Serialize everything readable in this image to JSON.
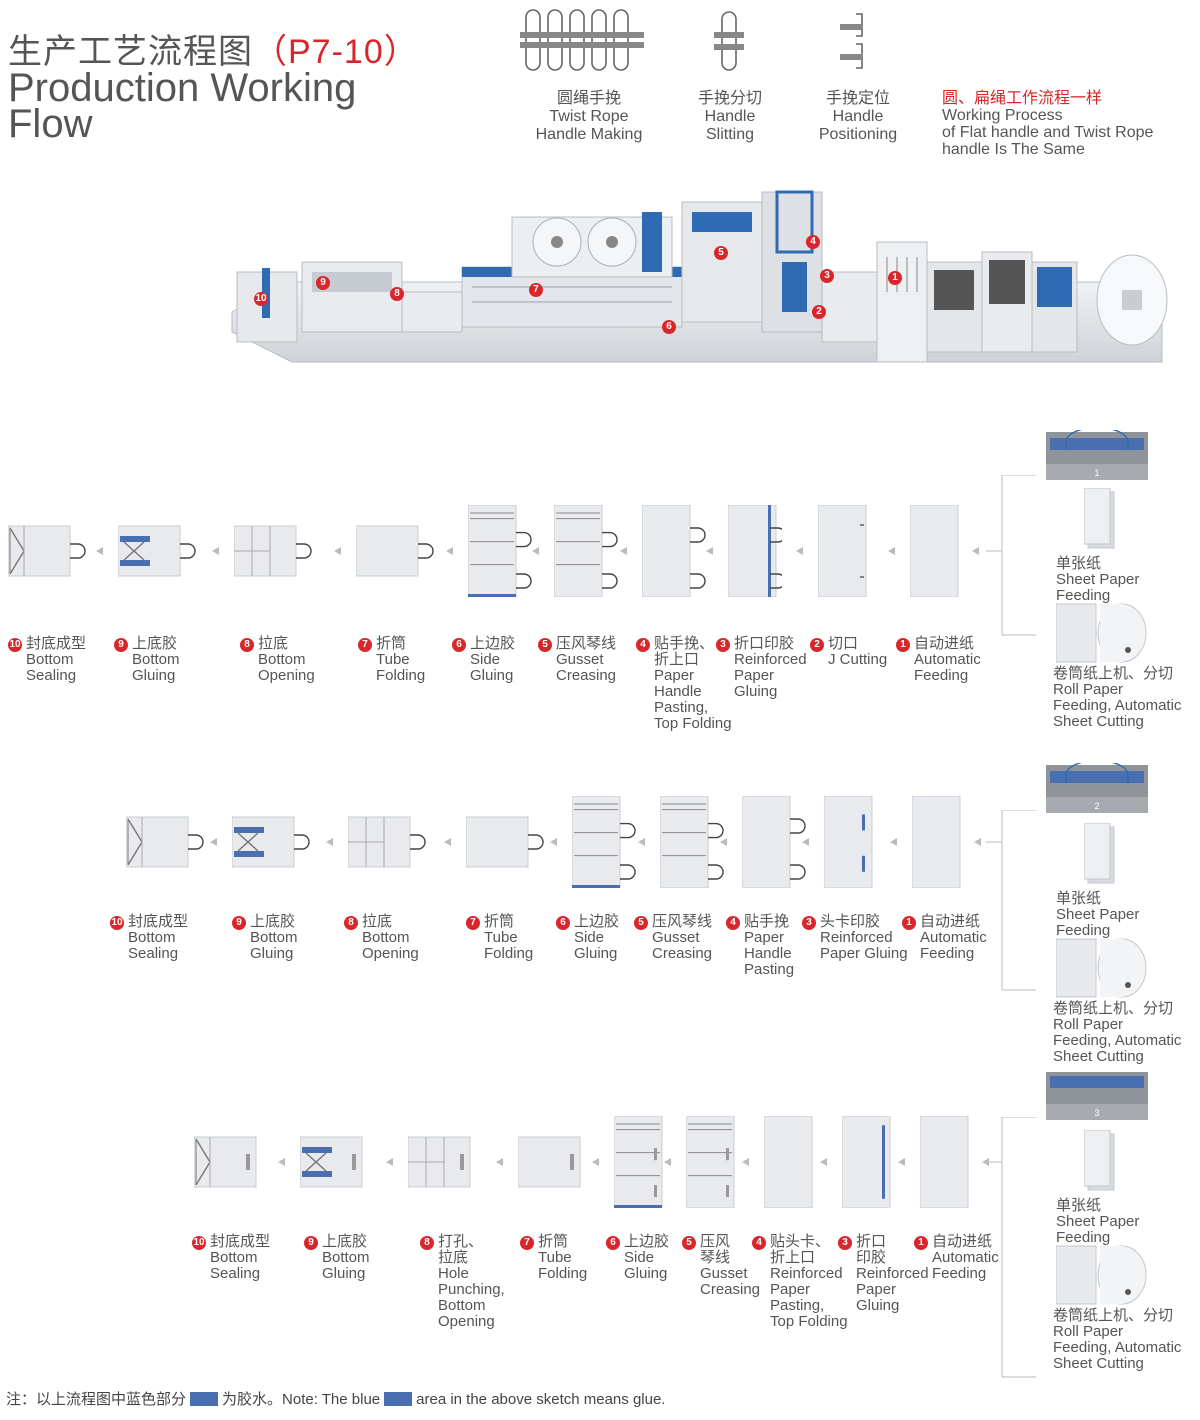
{
  "header": {
    "title_cn": "生产工艺流程图",
    "title_code": "（P7-10）",
    "title_en": "Production Working Flow"
  },
  "handle_types": [
    {
      "cn": "圆绳手挽",
      "en1": "Twist Rope",
      "en2": "Handle Making",
      "icon": "twist-rope-handle-icon"
    },
    {
      "cn": "手挽分切",
      "en1": "Handle",
      "en2": "Slitting",
      "icon": "handle-slitting-icon"
    },
    {
      "cn": "手挽定位",
      "en1": "Handle",
      "en2": "Positioning",
      "icon": "handle-positioning-icon"
    }
  ],
  "note": {
    "cn": "圆、扁绳工作流程一样",
    "en1": "Working Process",
    "en2": "of Flat handle and Twist Rope",
    "en3": "handle Is The Same"
  },
  "machine_markers": [
    "1",
    "2",
    "3",
    "4",
    "5",
    "6",
    "7",
    "8",
    "9",
    "10"
  ],
  "rows": [
    {
      "number": "1",
      "steps": [
        {
          "n": "10",
          "cn": "封底成型",
          "en": [
            "Bottom",
            "Sealing"
          ]
        },
        {
          "n": "9",
          "cn": "上底胶",
          "en": [
            "Bottom",
            "Gluing"
          ]
        },
        {
          "n": "8",
          "cn": "拉底",
          "en": [
            "Bottom",
            "Opening"
          ]
        },
        {
          "n": "7",
          "cn": "折筒",
          "en": [
            "Tube",
            "Folding"
          ]
        },
        {
          "n": "6",
          "cn": "上边胶",
          "en": [
            "Side",
            "Gluing"
          ]
        },
        {
          "n": "5",
          "cn": "压风琴线",
          "en": [
            "Gusset",
            "Creasing"
          ]
        },
        {
          "n": "4",
          "cn": "贴手挽、",
          "cn2": "折上口",
          "en": [
            "Paper",
            "Handle",
            "Pasting,",
            "Top Folding"
          ]
        },
        {
          "n": "3",
          "cn": "折口印胶",
          "en": [
            "Reinforced",
            "Paper",
            "Gluing"
          ]
        },
        {
          "n": "2",
          "cn": "切口",
          "en": [
            "J Cutting"
          ]
        },
        {
          "n": "1",
          "cn": "自动进纸",
          "en": [
            "Automatic",
            "Feeding"
          ]
        }
      ]
    },
    {
      "number": "2",
      "steps": [
        {
          "n": "10",
          "cn": "封底成型",
          "en": [
            "Bottom",
            "Sealing"
          ]
        },
        {
          "n": "9",
          "cn": "上底胶",
          "en": [
            "Bottom",
            "Gluing"
          ]
        },
        {
          "n": "8",
          "cn": "拉底",
          "en": [
            "Bottom",
            "Opening"
          ]
        },
        {
          "n": "7",
          "cn": "折筒",
          "en": [
            "Tube",
            "Folding"
          ]
        },
        {
          "n": "6",
          "cn": "上边胶",
          "en": [
            "Side",
            "Gluing"
          ]
        },
        {
          "n": "5",
          "cn": "压风琴线",
          "en": [
            "Gusset",
            "Creasing"
          ]
        },
        {
          "n": "4",
          "cn": "贴手挽",
          "en": [
            "Paper",
            "Handle",
            "Pasting"
          ]
        },
        {
          "n": "3",
          "cn": "头卡印胶",
          "en": [
            "Reinforced",
            "Paper Gluing"
          ]
        },
        {
          "n": "1",
          "cn": "自动进纸",
          "en": [
            "Automatic",
            "Feeding"
          ]
        }
      ]
    },
    {
      "number": "3",
      "steps": [
        {
          "n": "10",
          "cn": "封底成型",
          "en": [
            "Bottom",
            "Sealing"
          ]
        },
        {
          "n": "9",
          "cn": "上底胶",
          "en": [
            "Bottom",
            "Gluing"
          ]
        },
        {
          "n": "8",
          "cn": "打孔、",
          "cn2": "拉底",
          "en": [
            "Hole",
            "Punching,",
            "Bottom",
            "Opening"
          ]
        },
        {
          "n": "7",
          "cn": "折筒",
          "en": [
            "Tube",
            "Folding"
          ]
        },
        {
          "n": "6",
          "cn": "上边胶",
          "en": [
            "Side",
            "Gluing"
          ]
        },
        {
          "n": "5",
          "cn": "压风",
          "cn2": "琴线",
          "en": [
            "Gusset",
            "Creasing"
          ]
        },
        {
          "n": "4",
          "cn": "贴头卡、",
          "cn2": "折上口",
          "en": [
            "Reinforced",
            "Paper",
            "Pasting,",
            "Top Folding"
          ]
        },
        {
          "n": "3",
          "cn": "折口",
          "cn2": "印胶",
          "en": [
            "Reinforced",
            "Paper",
            "Gluing"
          ]
        },
        {
          "n": "1",
          "cn": "自动进纸",
          "en": [
            "Automatic",
            "Feeding"
          ]
        }
      ]
    }
  ],
  "feeding": {
    "sheet_cn": "单张纸",
    "sheet_en1": "Sheet Paper",
    "sheet_en2": "Feeding",
    "roll_cn": "卷筒纸上机、分切",
    "roll_en1": "Roll Paper",
    "roll_en2": "Feeding, Automatic",
    "roll_en3": "Sheet Cutting"
  },
  "footer": {
    "part1": "注：以上流程图中蓝色部分",
    "part2": "为胶水。Note: The blue",
    "part3": "area in the above sketch means glue."
  },
  "colors": {
    "accent": "#d9262b",
    "glue": "#4a6fb0",
    "paper": "#e8e9ec",
    "machine": "#dfe2e6"
  }
}
